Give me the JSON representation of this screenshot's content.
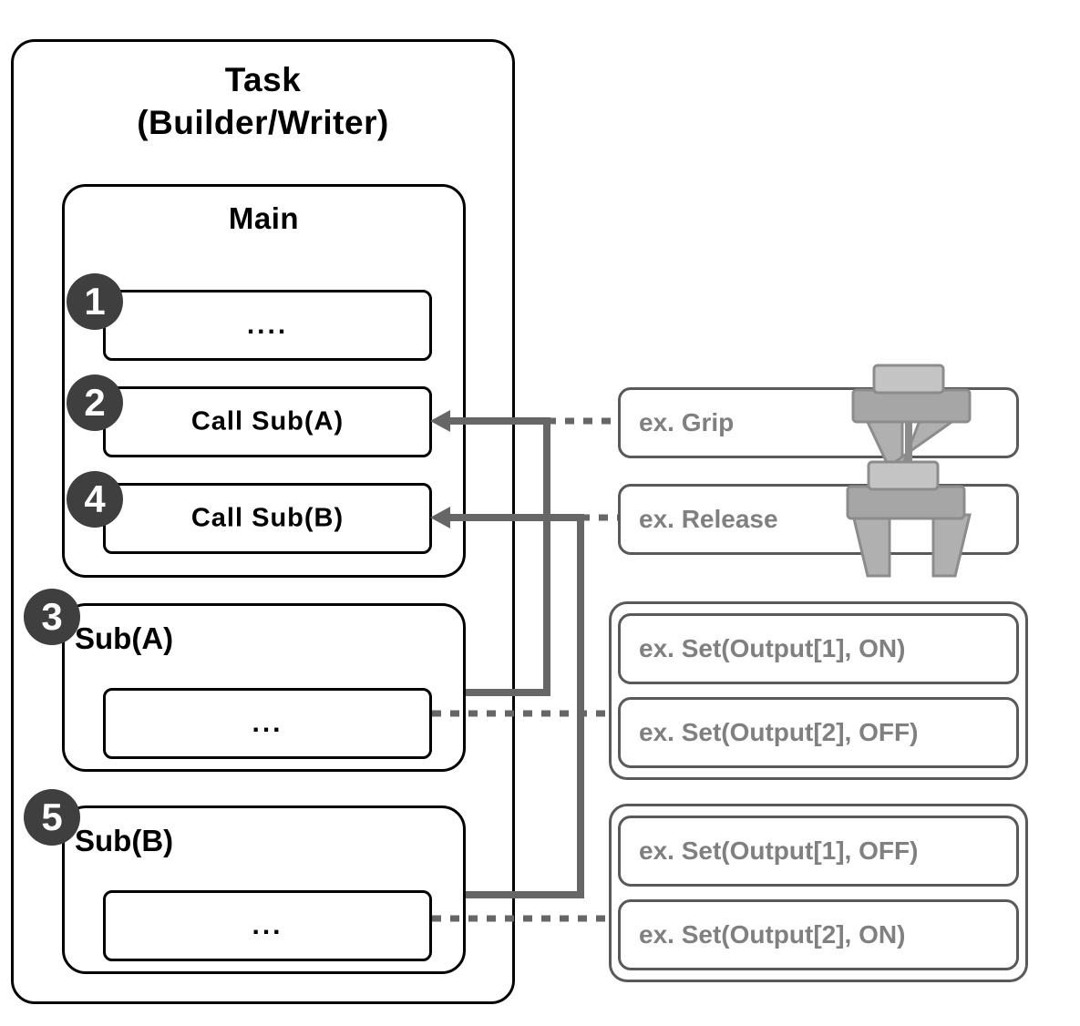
{
  "diagram": {
    "title": "Task program structure with sub-routine calls",
    "type": "block-diagram"
  },
  "task": {
    "title_line1": "Task",
    "title_line2": "(Builder/Writer)"
  },
  "main": {
    "title": "Main",
    "steps": [
      {
        "badge": "1",
        "label": "...."
      },
      {
        "badge": "2",
        "label": "Call Sub(A)"
      },
      {
        "badge": "4",
        "label": "Call Sub(B)"
      }
    ]
  },
  "subs": [
    {
      "badge": "3",
      "title": "Sub(A)",
      "body": "..."
    },
    {
      "badge": "5",
      "title": "Sub(B)",
      "body": "..."
    }
  ],
  "examples": {
    "actions": [
      {
        "label": "ex. Grip",
        "icon": "gripper-closed-icon"
      },
      {
        "label": "ex. Release",
        "icon": "gripper-open-icon"
      }
    ],
    "group_a": [
      "ex. Set(Output[1], ON)",
      "ex. Set(Output[2], OFF)"
    ],
    "group_b": [
      "ex. Set(Output[1], OFF)",
      "ex. Set(Output[2], ON)"
    ]
  },
  "colors": {
    "outline_black": "#000000",
    "outline_gray": "#595959",
    "text_gray": "#808080",
    "badge_fill": "#3f3f3f",
    "badge_text": "#ffffff",
    "connector_gray": "#666666",
    "gripper_light": "#bdbdbd",
    "gripper_dark": "#a6a6a6",
    "background": "#ffffff"
  }
}
